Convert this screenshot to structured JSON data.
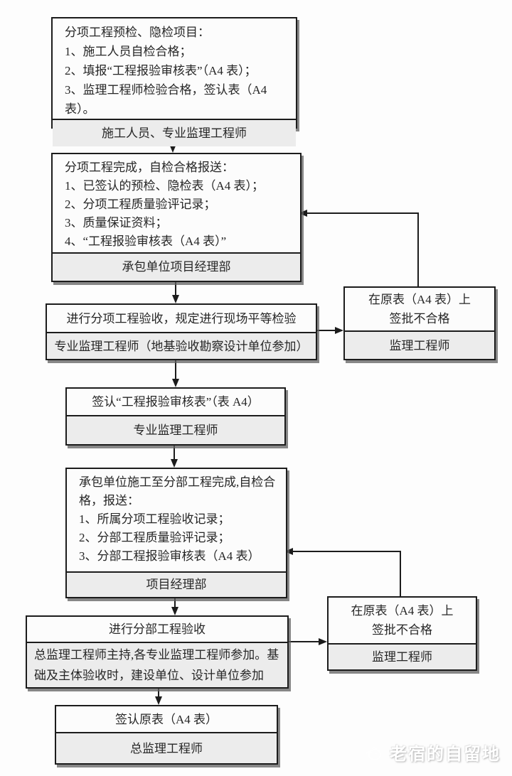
{
  "diagram": {
    "boxes": {
      "pre_inspection": {
        "lines": [
          "分项工程预检、隐检项目：",
          "1、施工人员自检合格；",
          "2、填报“工程报验审核表”（A4 表）；",
          "3、监理工程师检验合格，签认表（A4 表）。"
        ],
        "footer": "施工人员、专业监理工程师"
      },
      "completion_report": {
        "lines": [
          "分项工程完成，自检合格报送：",
          "1、已签认的预检、隐检表（A4 表）；",
          "2、分项工程质量验评记录；",
          "3、质量保证资料；",
          "4、“工程报验审核表（A4 表）”"
        ],
        "footer": "承包单位项目经理部"
      },
      "subitem_acceptance": {
        "title": "进行分项工程验收，规定进行现场平等检验",
        "footer": "专业监理工程师（地基验收勘察设计单位参加）"
      },
      "reject_subitem": {
        "title_line1": "在原表（A4 表）上",
        "title_line2": "签批不合格",
        "footer": "监理工程师"
      },
      "sign_review_form": {
        "title": "签认“工程报验审核表”（表 A4）",
        "footer": "专业监理工程师"
      },
      "subdivision_report": {
        "lines": [
          "承包单位施工至分部工程完成,自检合格，报送：",
          "1、所属分项工程验收记录；",
          "2、分部工程质量验评记录；",
          "3、分部工程报验审核表（A4 表）"
        ],
        "footer": "项目经理部"
      },
      "subdivision_acceptance": {
        "title": "进行分部工程验收",
        "footer": "总监理工程师主持,各专业监理工程师参加。基础及主体验收时，建设单位、设计单位参加"
      },
      "reject_subdivision": {
        "title_line1": "在原表（A4 表）上",
        "title_line2": "签批不合格",
        "footer": "监理工程师"
      },
      "sign_original": {
        "title": "签认原表（A4 表）",
        "footer": "总监理工程师"
      }
    },
    "watermark": "老宿的自留地",
    "colors": {
      "line": "#1c1c1c",
      "footer_bg": "#ececec",
      "box_bg": "#fcfcfc",
      "page_bg": "#fdfdfd"
    }
  }
}
